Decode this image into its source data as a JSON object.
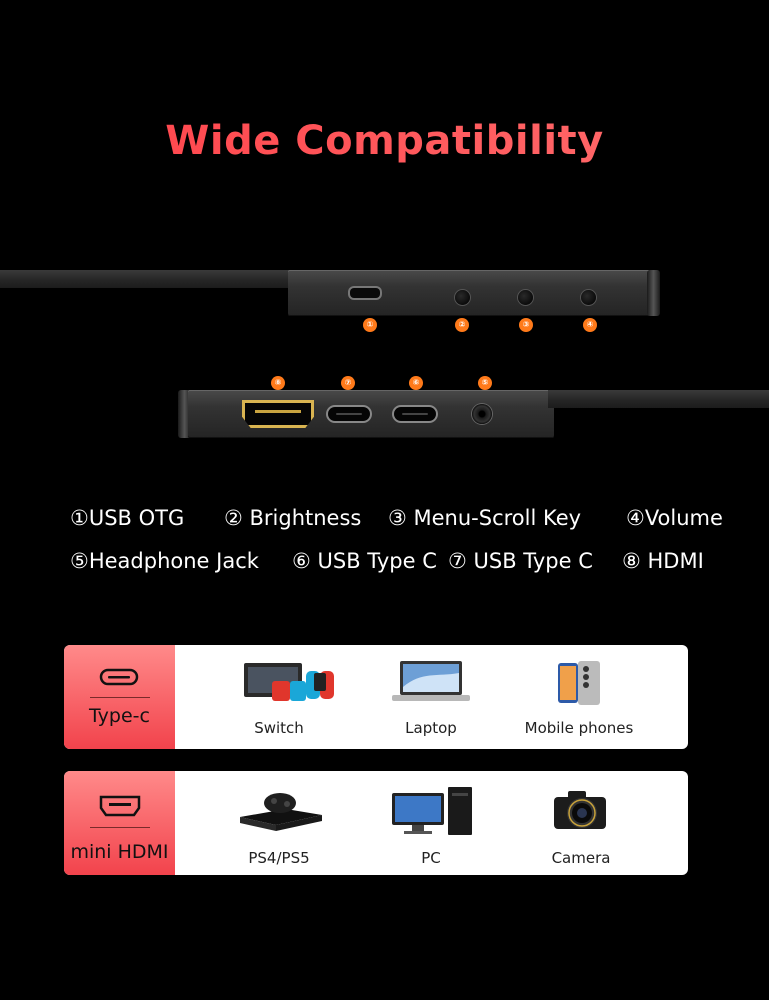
{
  "title": "Wide Compatibility",
  "callouts": {
    "top": [
      "①",
      "②",
      "③",
      "④"
    ],
    "bottom": [
      "⑧",
      "⑦",
      "⑥",
      "⑤"
    ]
  },
  "legend": {
    "row1": [
      "①USB OTG",
      "② Brightness",
      "③  Menu-Scroll Key",
      "④Volume"
    ],
    "row2": [
      "⑤Headphone Jack",
      "⑥ USB Type C",
      "⑦ USB Type C",
      "⑧  HDMI"
    ]
  },
  "cards": [
    {
      "port_label": "Type-c",
      "port_icon": "usb-c-icon",
      "devices": [
        {
          "label": "Switch",
          "icon": "game-console-icon"
        },
        {
          "label": "Laptop",
          "icon": "laptop-icon"
        },
        {
          "label": "Mobile phones",
          "icon": "phone-icon"
        }
      ]
    },
    {
      "port_label": "mini HDMI",
      "port_icon": "hdmi-icon",
      "devices": [
        {
          "label": "PS4/PS5",
          "icon": "xbox-console-icon"
        },
        {
          "label": "PC",
          "icon": "desktop-pc-icon"
        },
        {
          "label": "Camera",
          "icon": "camera-icon"
        }
      ]
    }
  ],
  "colors": {
    "title_gradient_start": "#ff3f47",
    "title_gradient_end": "#ff6f6f",
    "callout": "#ff7a1a",
    "card_accent": "#f2434c",
    "hdmi_gold": "#d9b451"
  }
}
